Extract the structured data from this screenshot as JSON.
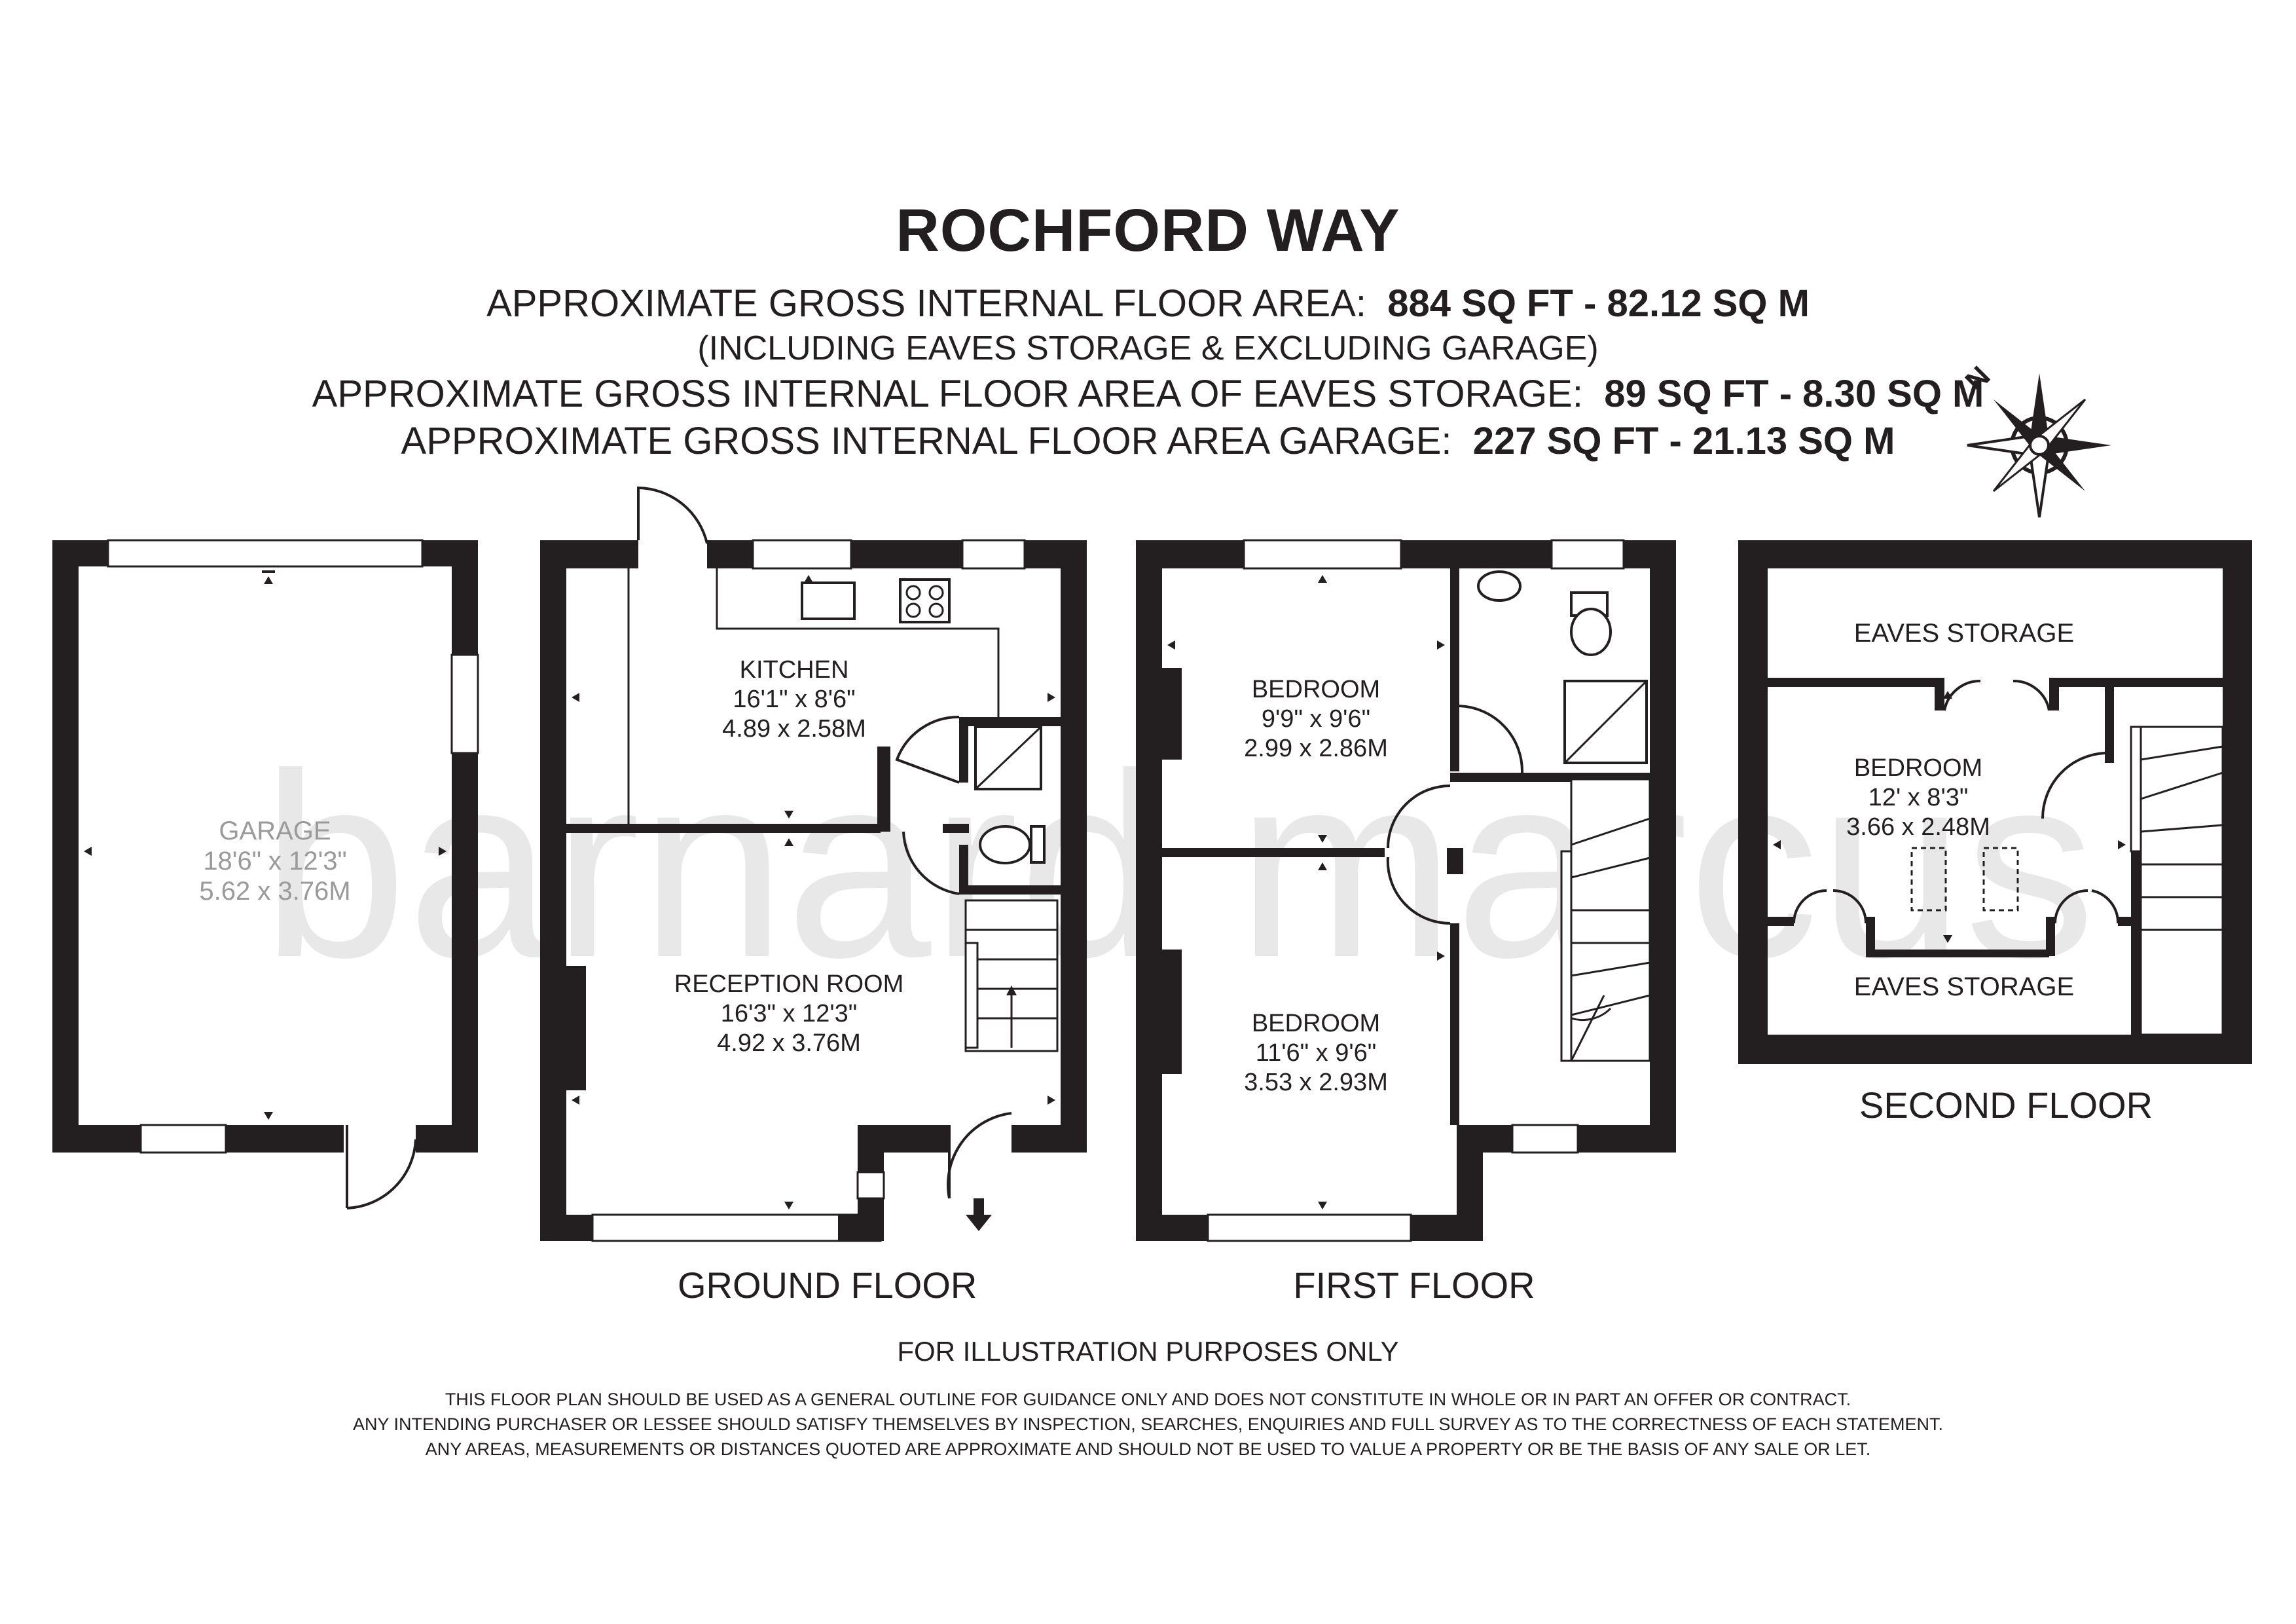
{
  "title": "ROCHFORD WAY",
  "header": {
    "line1_prefix": "APPROXIMATE GROSS INTERNAL FLOOR AREA:",
    "line1_values": "884 SQ FT  -  82.12 SQ M",
    "line2": "(INCLUDING EAVES STORAGE & EXCLUDING GARAGE)",
    "line3_prefix": "APPROXIMATE GROSS INTERNAL FLOOR AREA OF EAVES STORAGE:",
    "line3_values": "89 SQ FT  -  8.30 SQ M",
    "line4_prefix": "APPROXIMATE GROSS INTERNAL FLOOR AREA GARAGE:",
    "line4_values": "227 SQ FT  -  21.13 SQ M"
  },
  "compass": {
    "label": "N"
  },
  "watermark": "barnard marcus",
  "rooms": {
    "garage": {
      "name": "GARAGE",
      "imperial": "18'6\" x 12'3\"",
      "metric": "5.62 x 3.76M"
    },
    "kitchen": {
      "name": "KITCHEN",
      "imperial": "16'1\" x 8'6\"",
      "metric": "4.89 x 2.58M"
    },
    "reception": {
      "name": "RECEPTION ROOM",
      "imperial": "16'3\" x 12'3\"",
      "metric": "4.92 x 3.76M"
    },
    "bedroom1": {
      "name": "BEDROOM",
      "imperial": "9'9\" x 9'6\"",
      "metric": "2.99 x 2.86M"
    },
    "bedroom2": {
      "name": "BEDROOM",
      "imperial": "11'6\" x 9'6\"",
      "metric": "3.53 x 2.93M"
    },
    "bedroom3": {
      "name": "BEDROOM",
      "imperial": "12' x 8'3\"",
      "metric": "3.66 x 2.48M"
    },
    "eaves_top": {
      "name": "EAVES STORAGE"
    },
    "eaves_bottom": {
      "name": "EAVES STORAGE"
    }
  },
  "floors": {
    "ground": "GROUND FLOOR",
    "first": "FIRST FLOOR",
    "second": "SECOND FLOOR"
  },
  "disclaimer": {
    "heading": "FOR ILLUSTRATION PURPOSES ONLY",
    "line1": "THIS FLOOR PLAN SHOULD BE USED AS A GENERAL OUTLINE FOR GUIDANCE ONLY AND DOES NOT CONSTITUTE IN WHOLE OR IN PART AN OFFER OR CONTRACT.",
    "line2": "ANY INTENDING PURCHASER OR LESSEE SHOULD SATISFY THEMSELVES BY INSPECTION, SEARCHES, ENQUIRIES AND FULL SURVEY AS TO THE CORRECTNESS OF EACH STATEMENT.",
    "line3": "ANY AREAS, MEASUREMENTS OR DISTANCES QUOTED ARE APPROXIMATE AND SHOULD NOT BE USED TO VALUE A PROPERTY OR BE THE BASIS OF ANY SALE OR LET."
  }
}
